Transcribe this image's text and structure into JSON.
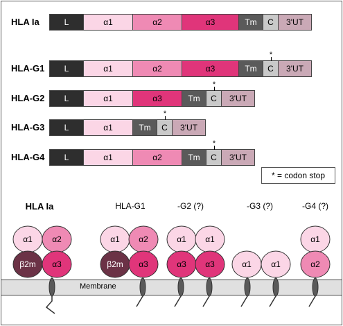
{
  "legend": "* = codon stop",
  "stop_mark": "*",
  "membrane_label": "Membrane",
  "colors": {
    "L": "#2e2e2e",
    "a1": "#fbd6e6",
    "a2": "#ef8ab4",
    "a3": "#e0357a",
    "Tm": "#5a5a5a",
    "C": "#c9c9c9",
    "UT": "#caa9b6",
    "b2m": "#6b3246"
  },
  "constructs": [
    {
      "label": "HLA Ia",
      "stop": false,
      "segments": [
        {
          "text": "L",
          "type": "L"
        },
        {
          "text": "α1",
          "type": "a1"
        },
        {
          "text": "α2",
          "type": "a2"
        },
        {
          "text": "α3",
          "type": "a3"
        },
        {
          "text": "Tm",
          "type": "Tm"
        },
        {
          "text": "C",
          "type": "C"
        },
        {
          "text": "3'UT",
          "type": "UT"
        }
      ]
    },
    {
      "label": "HLA-G1",
      "stop": true,
      "segments": [
        {
          "text": "L",
          "type": "L"
        },
        {
          "text": "α1",
          "type": "a1"
        },
        {
          "text": "α2",
          "type": "a2"
        },
        {
          "text": "α3",
          "type": "a3"
        },
        {
          "text": "Tm",
          "type": "Tm"
        },
        {
          "text": "C",
          "type": "C"
        },
        {
          "text": "3'UT",
          "type": "UT"
        }
      ]
    },
    {
      "label": "HLA-G2",
      "stop": true,
      "segments": [
        {
          "text": "L",
          "type": "L"
        },
        {
          "text": "α1",
          "type": "a1"
        },
        {
          "text": "α3",
          "type": "a3"
        },
        {
          "text": "Tm",
          "type": "Tm"
        },
        {
          "text": "C",
          "type": "C"
        },
        {
          "text": "3'UT",
          "type": "UT"
        }
      ]
    },
    {
      "label": "HLA-G3",
      "stop": true,
      "segments": [
        {
          "text": "L",
          "type": "L"
        },
        {
          "text": "α1",
          "type": "a1"
        },
        {
          "text": "Tm",
          "type": "Tm"
        },
        {
          "text": "C",
          "type": "C"
        },
        {
          "text": "3'UT",
          "type": "UT"
        }
      ]
    },
    {
      "label": "HLA-G4",
      "stop": true,
      "segments": [
        {
          "text": "L",
          "type": "L"
        },
        {
          "text": "α1",
          "type": "a1"
        },
        {
          "text": "α2",
          "type": "a2"
        },
        {
          "text": "Tm",
          "type": "Tm"
        },
        {
          "text": "C",
          "type": "C"
        },
        {
          "text": "3'UT",
          "type": "UT"
        }
      ]
    }
  ],
  "molecules": [
    {
      "label": "HLA Ia",
      "bold": true,
      "domains": [
        {
          "text": "α1",
          "type": "a1"
        },
        {
          "text": "α2",
          "type": "a2"
        },
        {
          "text": "β2m",
          "type": "b2m"
        },
        {
          "text": "α3",
          "type": "a3"
        }
      ]
    },
    {
      "label": "HLA-G1",
      "bold": false,
      "domains": [
        {
          "text": "α1",
          "type": "a1"
        },
        {
          "text": "α2",
          "type": "a2"
        },
        {
          "text": "β2m",
          "type": "b2m"
        },
        {
          "text": "α3",
          "type": "a3"
        }
      ]
    },
    {
      "label": "-G2 (?)",
      "bold": false,
      "domains": [
        {
          "text": "α1",
          "type": "a1"
        },
        {
          "text": "α1",
          "type": "a1"
        },
        {
          "text": "α3",
          "type": "a3"
        },
        {
          "text": "α3",
          "type": "a3"
        }
      ]
    },
    {
      "label": "-G3 (?)",
      "bold": false,
      "domains": [
        {
          "text": "α1",
          "type": "a1"
        },
        {
          "text": "α1",
          "type": "a1"
        }
      ]
    },
    {
      "label": "-G4 (?)",
      "bold": false,
      "domains": [
        {
          "text": "α1",
          "type": "a1"
        },
        {
          "text": "α2",
          "type": "a2"
        }
      ]
    }
  ]
}
